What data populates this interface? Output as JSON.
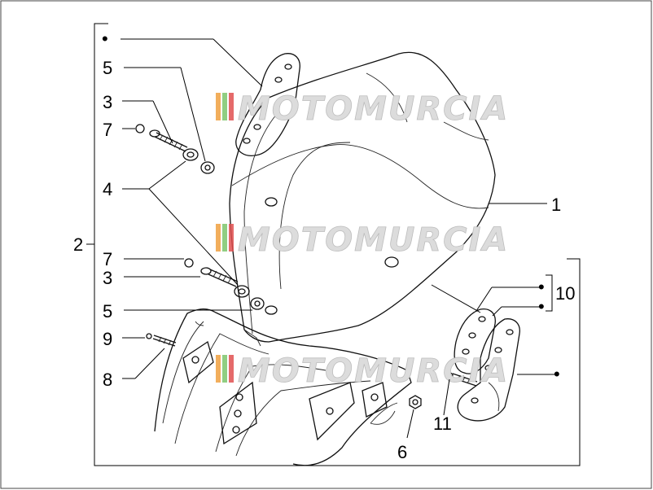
{
  "watermark": {
    "text": "MOTOMURCIA",
    "colors": {
      "orange": "#f0a040",
      "green": "#7cc66c",
      "red": "#e05050",
      "text": "#dcdcdc"
    }
  },
  "labels": {
    "dot_top": "•",
    "p5_top": "5",
    "p3_top": "3",
    "p7_top": "7",
    "p4": "4",
    "p2": "2",
    "p7_mid": "7",
    "p3_mid": "3",
    "p5_mid": "5",
    "p9": "9",
    "p8": "8",
    "p1": "1",
    "p10": "10",
    "dot10a": "•",
    "dot10b": "•",
    "dot_right": "•",
    "p11": "11",
    "p6": "6"
  }
}
